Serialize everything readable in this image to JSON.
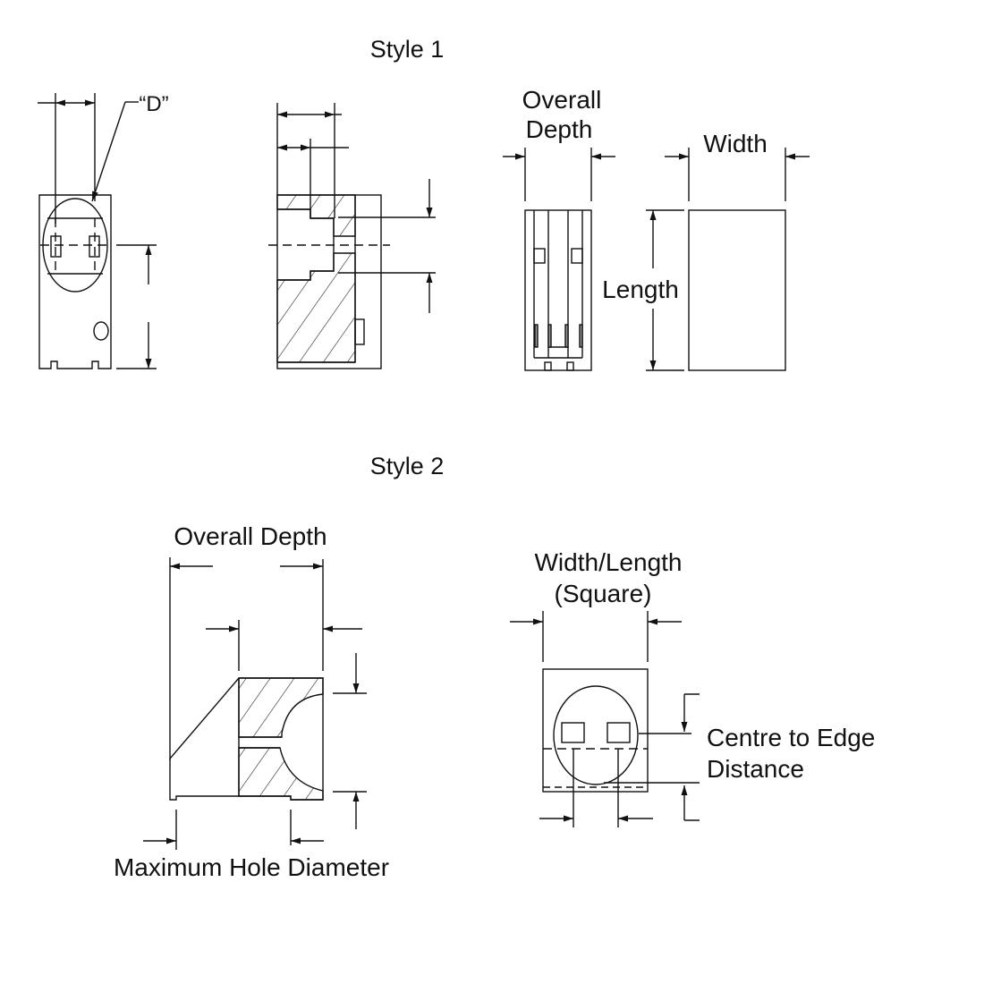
{
  "style1": {
    "title": "Style 1",
    "d_label": "“D”",
    "overall": "Overall",
    "depth": "Depth",
    "width": "Width",
    "length": "Length"
  },
  "style2": {
    "title": "Style 2",
    "overall_depth": "Overall Depth",
    "max_hole_diameter": "Maximum Hole Diameter",
    "width_length": "Width/Length",
    "square": "(Square)",
    "centre_to_edge": "Centre to Edge",
    "distance": "Distance"
  }
}
